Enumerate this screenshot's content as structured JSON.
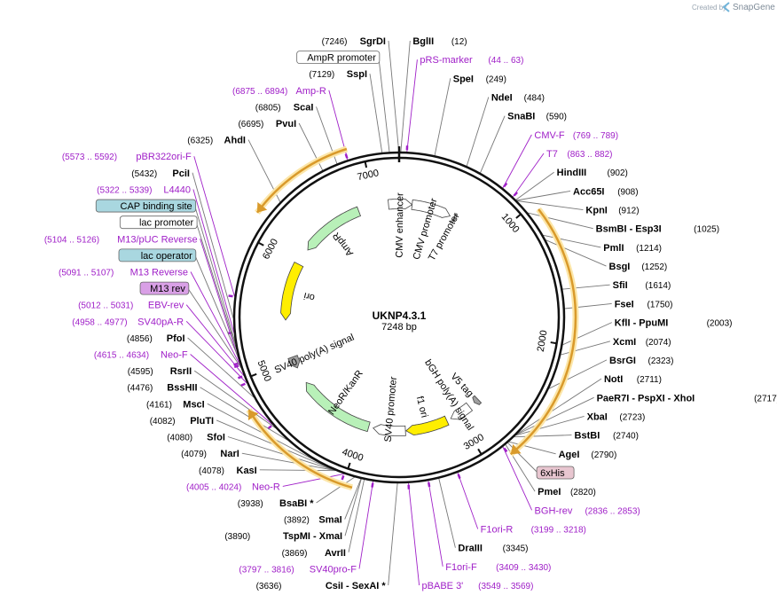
{
  "watermark": {
    "prefix": "Created by",
    "brand": "SnapGene"
  },
  "plasmid": {
    "name": "UKNP4.3.1",
    "size_label": "7248 bp",
    "length": 7248
  },
  "ticks": [
    {
      "pos": 1000,
      "label": "1000"
    },
    {
      "pos": 2000,
      "label": "2000"
    },
    {
      "pos": 3000,
      "label": "3000"
    },
    {
      "pos": 4000,
      "label": "4000"
    },
    {
      "pos": 5000,
      "label": "5000"
    },
    {
      "pos": 6000,
      "label": "6000"
    },
    {
      "pos": 7000,
      "label": "7000"
    }
  ],
  "features": [
    {
      "name": "CMV enhancer",
      "start": 7140,
      "end": 132,
      "strand": 1,
      "color": "#ffffff"
    },
    {
      "name": "CMV promoter",
      "start": 132,
      "end": 536,
      "strand": 1,
      "color": "#ffffff"
    },
    {
      "name": "T7 promoter",
      "start": 580,
      "end": 600,
      "strand": 1,
      "color": "#ffffff"
    },
    {
      "name": "bGH poly(A) signal",
      "start": 2855,
      "end": 3080,
      "strand": 1,
      "color": "#ffffff"
    },
    {
      "name": "V5 tag",
      "start": 2740,
      "end": 2790,
      "strand": 1,
      "color": "#a0a0a0"
    },
    {
      "name": "f1 ori",
      "start": 3125,
      "end": 3554,
      "strand": 1,
      "color": "#ffee00"
    },
    {
      "name": "SV40 promoter",
      "start": 3560,
      "end": 3890,
      "strand": 1,
      "color": "#ffffff"
    },
    {
      "name": "NeoR/KanR",
      "start": 3937,
      "end": 4731,
      "strand": 1,
      "color": "#b8f0b8"
    },
    {
      "name": "SV40 poly(A) signal",
      "start": 4905,
      "end": 5026,
      "strand": -1,
      "color": "#a0a0a0"
    },
    {
      "name": "ori",
      "start": 5410,
      "end": 5998,
      "strand": -1,
      "color": "#ffee00"
    },
    {
      "name": "AmpR",
      "start": 6169,
      "end": 6829,
      "strand": -1,
      "color": "#b8f0b8"
    }
  ],
  "orfs": [
    {
      "start": 1050,
      "end": 2835,
      "strand": 1
    },
    {
      "start": 3935,
      "end": 4800,
      "strand": 1
    },
    {
      "start": 6170,
      "end": 6900,
      "strand": -1
    }
  ],
  "right_labels": [
    {
      "name": "BglII",
      "pos": "(12)",
      "site": 12
    },
    {
      "name": "pRS-marker",
      "pos": "(44 .. 63)",
      "site": 54,
      "kind": "feature"
    },
    {
      "name": "SpeI",
      "pos": "(249)",
      "site": 249
    },
    {
      "name": "NdeI",
      "pos": "(484)",
      "site": 484
    },
    {
      "name": "SnaBI",
      "pos": "(590)",
      "site": 590
    },
    {
      "name": "CMV-F",
      "pos": "(769 .. 789)",
      "site": 779,
      "kind": "feature"
    },
    {
      "name": "T7",
      "pos": "(863 .. 882)",
      "site": 872,
      "kind": "feature"
    },
    {
      "name": "HindIII",
      "pos": "(902)",
      "site": 902
    },
    {
      "name": "Acc65I",
      "pos": "(908)",
      "site": 908
    },
    {
      "name": "KpnI",
      "pos": "(912)",
      "site": 912
    },
    {
      "name": "BsmBI",
      "extra": "- Esp3I",
      "pos": "(1025)",
      "site": 1025
    },
    {
      "name": "PmlI",
      "pos": "(1214)",
      "site": 1214
    },
    {
      "name": "BsgI",
      "pos": "(1252)",
      "site": 1252
    },
    {
      "name": "SfiI",
      "pos": "(1614)",
      "site": 1614
    },
    {
      "name": "FseI",
      "pos": "(1750)",
      "site": 1750
    },
    {
      "name": "KflI",
      "extra": "- PpuMI",
      "pos": "(2003)",
      "site": 2003
    },
    {
      "name": "XcmI",
      "pos": "(2074)",
      "site": 2074
    },
    {
      "name": "BsrGI",
      "pos": "(2323)",
      "site": 2323
    },
    {
      "name": "NotI",
      "pos": "(2711)",
      "site": 2711
    },
    {
      "name": "PaeR7I",
      "extra": "- PspXI   - XhoI",
      "pos": "(2717)",
      "site": 2717
    },
    {
      "name": "XbaI",
      "pos": "(2723)",
      "site": 2723
    },
    {
      "name": "BstBI",
      "pos": "(2740)",
      "site": 2740
    },
    {
      "name": "AgeI",
      "pos": "(2790)",
      "site": 2790
    },
    {
      "name": "6xHis",
      "site": 2800,
      "kind": "box",
      "box_color": "#e8c6d0"
    },
    {
      "name": "PmeI",
      "pos": "(2820)",
      "site": 2820
    },
    {
      "name": "BGH-rev",
      "pos": "(2836 .. 2853)",
      "site": 2844,
      "kind": "feature"
    },
    {
      "name": "F1ori-R",
      "pos": "(3199 .. 3218)",
      "site": 3208,
      "kind": "feature"
    },
    {
      "name": "DraIII",
      "pos": "(3345)",
      "site": 3345
    },
    {
      "name": "F1ori-F",
      "pos": "(3409 .. 3430)",
      "site": 3420,
      "kind": "feature"
    },
    {
      "name": "pBABE 3'",
      "pos": "(3549 .. 3569)",
      "site": 3559,
      "kind": "feature"
    }
  ],
  "left_labels": [
    {
      "name": "SgrDI",
      "pos": "(7246)",
      "site": 7246
    },
    {
      "name": "AmpR promoter",
      "site": 7180,
      "kind": "box",
      "box_color": "#ffffff"
    },
    {
      "name": "SspI",
      "pos": "(7129)",
      "site": 7129
    },
    {
      "name": "Amp-R",
      "pos": "(6875 .. 6894)",
      "site": 6884,
      "kind": "feature"
    },
    {
      "name": "ScaI",
      "pos": "(6805)",
      "site": 6805
    },
    {
      "name": "PvuI",
      "pos": "(6695)",
      "site": 6695
    },
    {
      "name": "AhdI",
      "pos": "(6325)",
      "site": 6325
    },
    {
      "name": "pBR322ori-F",
      "pos": "(5573 .. 5592)",
      "site": 5582,
      "kind": "feature"
    },
    {
      "name": "PciI",
      "pos": "(5432)",
      "site": 5432
    },
    {
      "name": "L4440",
      "pos": "(5322 .. 5339)",
      "site": 5330,
      "kind": "feature"
    },
    {
      "name": "CAP binding site",
      "site": 5258,
      "kind": "box",
      "box_color": "#a9d7e0"
    },
    {
      "name": "lac promoter",
      "site": 5214,
      "kind": "box",
      "box_color": "#ffffff"
    },
    {
      "name": "M13/pUC Reverse",
      "pos": "(5104 .. 5126)",
      "site": 5115,
      "kind": "feature"
    },
    {
      "name": "lac operator",
      "site": 5160,
      "kind": "box",
      "box_color": "#a9d7e0"
    },
    {
      "name": "M13 Reverse",
      "pos": "(5091 .. 5107)",
      "site": 5099,
      "kind": "feature"
    },
    {
      "name": "M13 rev",
      "site": 5080,
      "kind": "box",
      "box_color": "#d9a0e6"
    },
    {
      "name": "EBV-rev",
      "pos": "(5012 .. 5031)",
      "site": 5021,
      "kind": "feature"
    },
    {
      "name": "SV40pA-R",
      "pos": "(4958 .. 4977)",
      "site": 4967,
      "kind": "feature"
    },
    {
      "name": "PfoI",
      "pos": "(4856)",
      "site": 4856
    },
    {
      "name": "Neo-F",
      "pos": "(4615 .. 4634)",
      "site": 4624,
      "kind": "feature"
    },
    {
      "name": "RsrII",
      "pos": "(4595)",
      "site": 4595
    },
    {
      "name": "BssHII",
      "pos": "(4476)",
      "site": 4476
    },
    {
      "name": "MscI",
      "pos": "(4161)",
      "site": 4161
    },
    {
      "name": "PluTI",
      "pos": "(4082)",
      "site": 4082
    },
    {
      "name": "SfoI",
      "pos": "(4080)",
      "site": 4080
    },
    {
      "name": "NarI",
      "pos": "(4079)",
      "site": 4079
    },
    {
      "name": "KasI",
      "pos": "(4078)",
      "site": 4078
    },
    {
      "name": "Neo-R",
      "pos": "(4005 .. 4024)",
      "site": 4014,
      "kind": "feature"
    },
    {
      "name": "BsaBI *",
      "pos": "(3938)",
      "site": 3938
    },
    {
      "name": "SmaI",
      "pos": "(3892)",
      "site": 3892
    },
    {
      "name": "TspMI",
      "extra": "- XmaI",
      "pos": "(3890)",
      "site": 3890
    },
    {
      "name": "AvrII",
      "pos": "(3869)",
      "site": 3869
    },
    {
      "name": "SV40pro-F",
      "pos": "(3797 .. 3816)",
      "site": 3806,
      "kind": "feature"
    },
    {
      "name": "CsiI",
      "extra": "- SexAI *",
      "pos": "(3636)",
      "site": 3636
    }
  ]
}
